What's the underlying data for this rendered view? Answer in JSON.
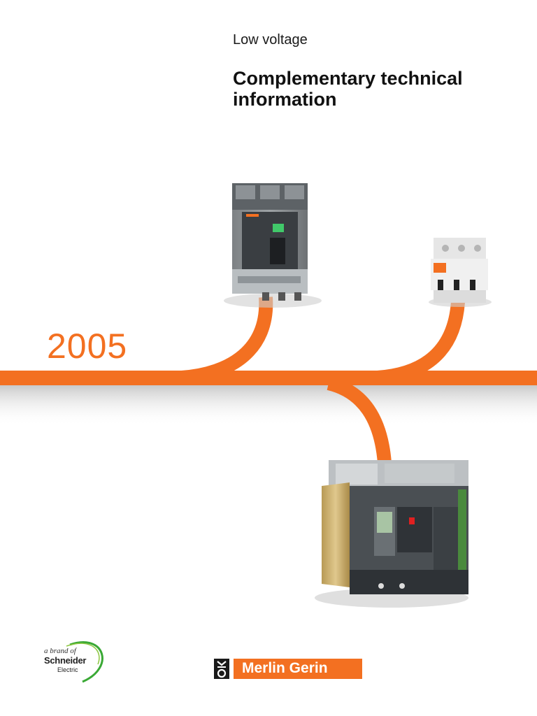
{
  "header": {
    "subtitle": "Low voltage",
    "title": "Complementary technical information"
  },
  "year": "2005",
  "footer": {
    "schneider_line1": "a brand of",
    "schneider_line2": "Schneider",
    "schneider_line3": "Electric",
    "merlin_gerin": "Merlin Gerin"
  },
  "colors": {
    "accent": "#f37021",
    "text": "#111111",
    "brand_green": "#3aa935"
  },
  "icons": [
    "schneider-swoosh-icon",
    "merlin-gerin-logo-icon"
  ]
}
